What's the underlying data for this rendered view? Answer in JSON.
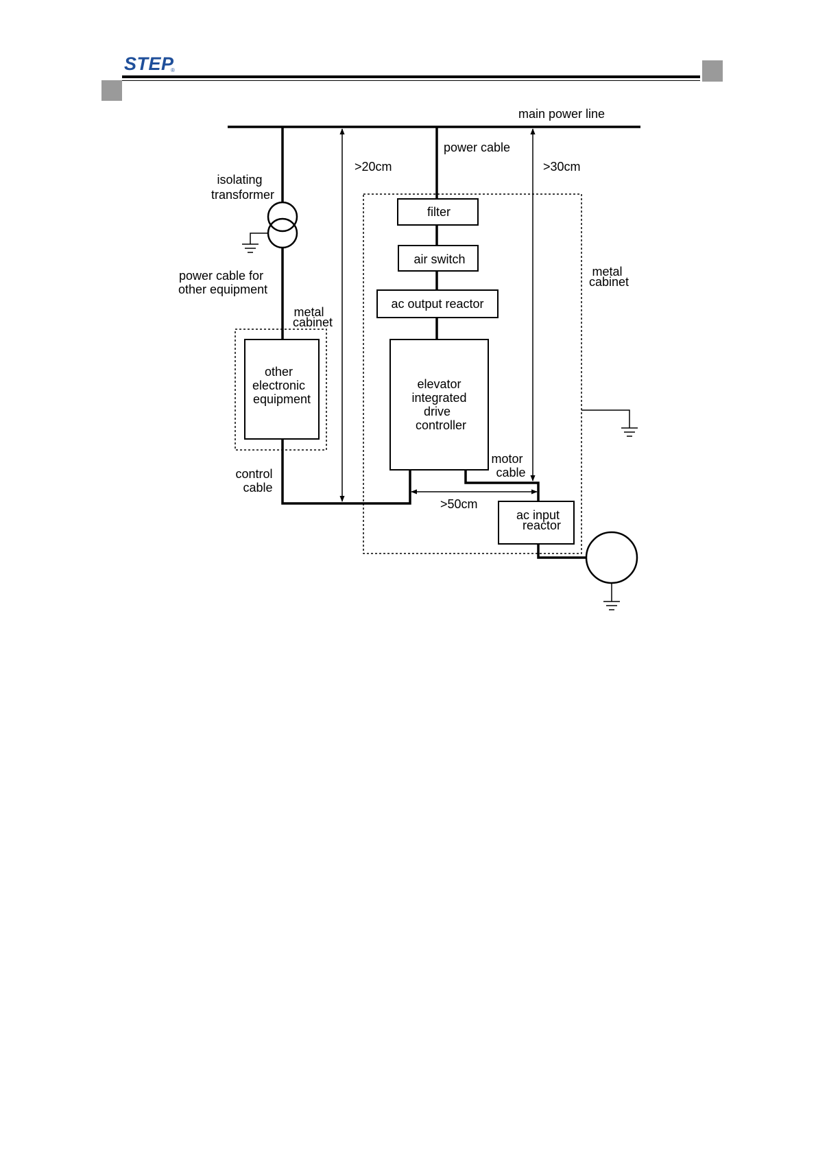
{
  "header": {
    "logo_text": "STEP",
    "logo_mark": "®",
    "brand_color": "#1f4f9a",
    "corner_marker_color": "#9a9a9a"
  },
  "diagram": {
    "main_power_line": "main power line",
    "power_cable": "power cable",
    "isolating_transformer": [
      "isolating",
      "transformer"
    ],
    "power_cable_other": [
      "power cable for",
      "other equipment"
    ],
    "metal_cabinet_left": [
      "metal",
      "cabinet"
    ],
    "metal_cabinet_right": [
      "metal",
      "cabinet"
    ],
    "other_equipment": [
      "other",
      "electronic",
      "equipment"
    ],
    "control_cable": [
      "control",
      "cable"
    ],
    "filter": "filter",
    "air_switch": "air switch",
    "ac_output_reactor": "ac output reactor",
    "controller": [
      "elevator",
      "integrated",
      "drive",
      "controller"
    ],
    "motor_cable": [
      "motor",
      "cable"
    ],
    "ac_input_reactor": [
      "ac input",
      "reactor"
    ],
    "dist_20": ">20cm",
    "dist_30": ">30cm",
    "dist_50": ">50cm"
  }
}
